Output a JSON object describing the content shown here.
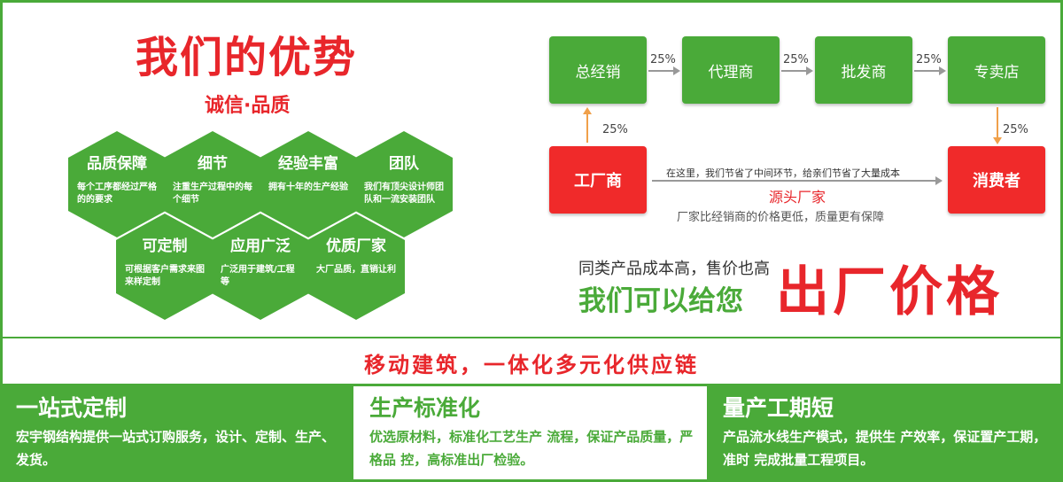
{
  "header": {
    "title": "我们的优势",
    "subtitle": "诚信·品质"
  },
  "hexagons": [
    {
      "title": "品质保障",
      "desc": "每个工序都经过严格的的要求"
    },
    {
      "title": "细节",
      "desc": "注重生产过程中的每个细节"
    },
    {
      "title": "经验丰富",
      "desc": "拥有十年的生产经验"
    },
    {
      "title": "团队",
      "desc": "我们有顶尖设计师团队和一流安装团队"
    },
    {
      "title": "可定制",
      "desc": "可根据客户需求来图来样定制"
    },
    {
      "title": "应用广泛",
      "desc": "广泛用于建筑/工程等"
    },
    {
      "title": "优质厂家",
      "desc": "大厂品质，直销让利"
    }
  ],
  "flow": {
    "chain": [
      "总经销",
      "代理商",
      "批发商",
      "专卖店"
    ],
    "percent": "25%",
    "factory": "工厂商",
    "consumer": "消费者",
    "note_top": "在这里，我们节省了中间环节，给亲们节省了大量成本",
    "note_source": "源头厂家",
    "note_bottom": "厂家比经销商的价格更低，质量更有保障"
  },
  "promo": {
    "line1": "同类产品成本高，售价也高",
    "line2": "我们可以给您",
    "big": "出厂价格"
  },
  "slogan": "移动建筑，一体化多元化供应链",
  "panels": [
    {
      "title": "一站式定制",
      "text": "宏宇钢结构提供一站式订购服务，设计、定制、生产、发货。"
    },
    {
      "title": "生产标准化",
      "text": "优选原材料，标准化工艺生产 流程，保证产品质量，严格品 控，高标准出厂检验。"
    },
    {
      "title": "量产工期短",
      "text": "产品流水线生产模式，提供生 产效率，保证置产工期，准时 完成批量工程项目。"
    }
  ],
  "colors": {
    "green": "#4aaa39",
    "red": "#e8262b",
    "arrow": "#f0a04a"
  }
}
